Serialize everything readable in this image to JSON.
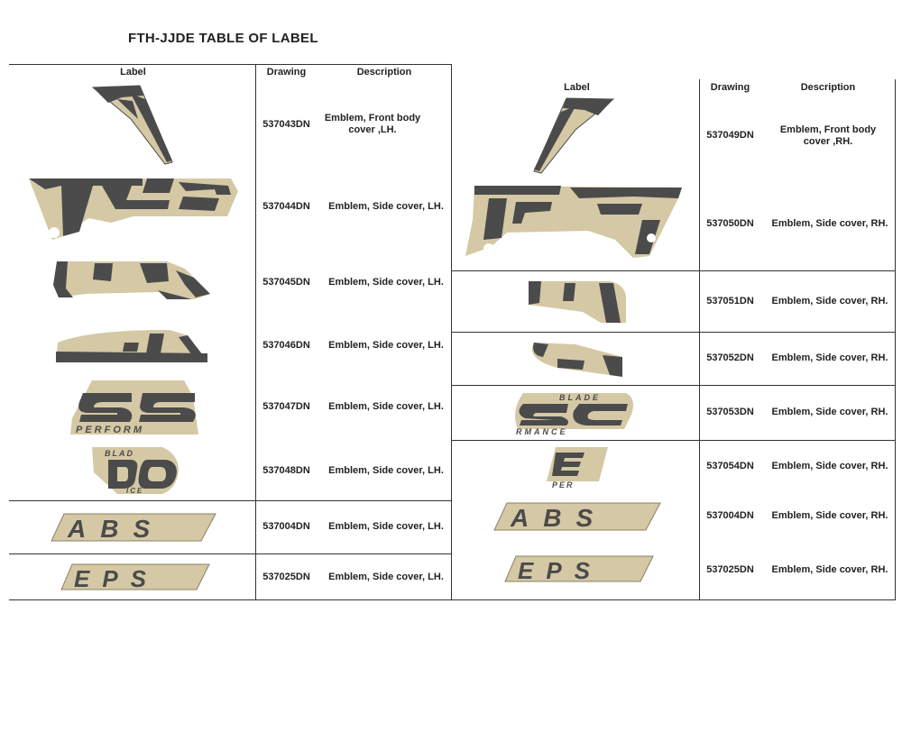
{
  "title": "FTH-JJDE  TABLE OF LABEL",
  "headers": {
    "label": "Label",
    "drawing": "Drawing",
    "description": "Description"
  },
  "colors": {
    "tan": "#d5c8a5",
    "dark": "#4b4b4b",
    "line": "#333333"
  },
  "left_rows": [
    {
      "drawing": "537043DN",
      "description": "Emblem, Front body cover ,LH."
    },
    {
      "drawing": "537044DN",
      "description": "Emblem, Side cover, LH."
    },
    {
      "drawing": "537045DN",
      "description": "Emblem, Side cover, LH."
    },
    {
      "drawing": "537046DN",
      "description": "Emblem, Side cover, LH."
    },
    {
      "drawing": "537047DN",
      "description": "Emblem, Side cover, LH."
    },
    {
      "drawing": "537048DN",
      "description": "Emblem, Side cover, LH."
    },
    {
      "drawing": "537004DN",
      "description": "Emblem, Side cover, LH."
    },
    {
      "drawing": "537025DN",
      "description": "Emblem, Side cover, LH."
    }
  ],
  "right_rows": [
    {
      "drawing": "537049DN",
      "description": "Emblem, Front body cover ,RH."
    },
    {
      "drawing": "537050DN",
      "description": "Emblem, Side cover, RH."
    },
    {
      "drawing": "537051DN",
      "description": "Emblem, Side cover, RH."
    },
    {
      "drawing": "537052DN",
      "description": "Emblem, Side cover, RH."
    },
    {
      "drawing": "537053DN",
      "description": "Emblem, Side cover, RH."
    },
    {
      "drawing": "537054DN",
      "description": "Emblem, Side cover, RH."
    },
    {
      "drawing": "537004DN",
      "description": "Emblem, Side cover, RH."
    },
    {
      "drawing": "537025DN",
      "description": "Emblem, Side cover, RH."
    }
  ],
  "label_art": {
    "abs": "ABS",
    "eps": "EPS",
    "sc_perform": "PERFORM",
    "blad_ice": "BLAD",
    "ice": "ICE",
    "blade": "BLADE",
    "rmance": "RMANCE",
    "per": "PER"
  }
}
